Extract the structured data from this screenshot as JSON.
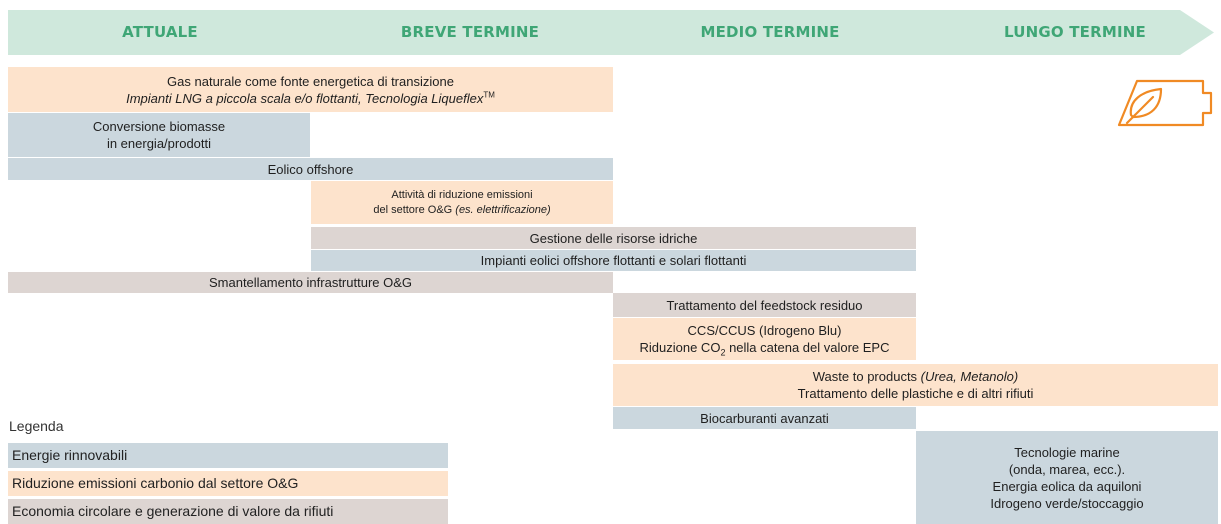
{
  "colors": {
    "timeline_arrow": "#cfe8dc",
    "phase_text": "#3fa676",
    "renewables": "#cbd7de",
    "emissions": "#fde3cc",
    "circular": "#ddd5d2",
    "icon": "#f08a24"
  },
  "phases": [
    "ATTUALE",
    "BREVE TERMINE",
    "MEDIO TERMINE",
    "LUNGO TERMINE"
  ],
  "bars": {
    "gas": {
      "line1": "Gas naturale come fonte energetica di transizione",
      "line2": "Impianti LNG a piccola scala e/o flottanti, Tecnologia Liqueflex",
      "tm": "TM"
    },
    "biomass": {
      "line1": "Conversione biomasse",
      "line2": "in energia/prodotti"
    },
    "offshore_wind": {
      "line1": "Eolico offshore"
    },
    "emission_reduction": {
      "line1": "Attività di riduzione emissioni",
      "line2a": "del settore O&G ",
      "line2b": "(es. elettrificazione)"
    },
    "water": {
      "line1": "Gestione delle risorse idriche"
    },
    "floating": {
      "line1": "Impianti eolici offshore flottanti e solari flottanti"
    },
    "decommissioning": {
      "line1": "Smantellamento infrastrutture O&G"
    },
    "feedstock": {
      "line1": "Trattamento del feedstock residuo"
    },
    "ccs": {
      "line1": "CCS/CCUS (Idrogeno Blu)",
      "line2a": "Riduzione CO",
      "sub": "2",
      "line2b": " nella catena del valore EPC"
    },
    "waste": {
      "line1a": "Waste to products ",
      "line1b": "(Urea, Metanolo)",
      "line2": "Trattamento delle plastiche e di altri rifiuti"
    },
    "biofuels": {
      "line1": "Biocarburanti avanzati"
    },
    "marine": {
      "line1": "Tecnologie marine",
      "line2": "(onda, marea, ecc.).",
      "line3": "Energia eolica da aquiloni",
      "line4": "Idrogeno verde/stoccaggio"
    }
  },
  "legend": {
    "title": "Legenda",
    "items": [
      "Energie rinnovabili",
      "Riduzione emissioni carbonio dal settore O&G",
      "Economia circolare e generazione di valore da rifiuti"
    ]
  },
  "icon": "leaf-battery-icon"
}
